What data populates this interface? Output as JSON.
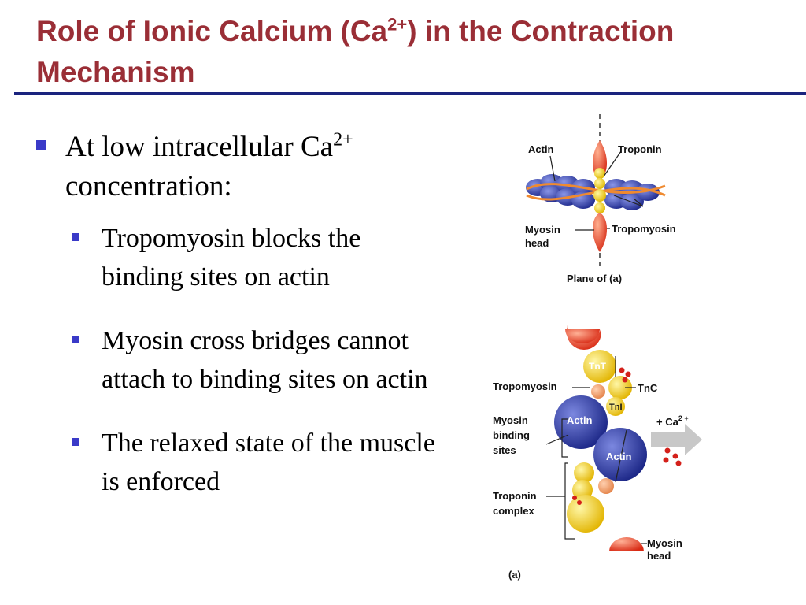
{
  "slide": {
    "title_pre": "Role of Ionic Calcium (Ca",
    "title_sup": "2+",
    "title_post": ") in the Contraction Mechanism",
    "bullet_main_pre": "At low intracellular Ca",
    "bullet_main_sup": "2+",
    "bullet_main_post": " concentration:",
    "sub_bullets": [
      "Tropomyosin blocks the binding sites on actin",
      "Myosin cross bridges cannot attach to binding sites on actin",
      "The relaxed state of the muscle is enforced"
    ]
  },
  "figure_top": {
    "actin": "Actin",
    "troponin": "Troponin",
    "myosin_head_1": "Myosin",
    "myosin_head_2": "head",
    "tropomyosin": "Tropomyosin",
    "plane": "Plane of (a)"
  },
  "figure_bottom": {
    "tnt": "TnT",
    "tnc": "TnC",
    "tni": "TnI",
    "tropomyosin": "Tropomyosin",
    "myosin_binding_1": "Myosin",
    "myosin_binding_2": "binding",
    "myosin_binding_3": "sites",
    "actin_1": "Actin",
    "actin_2": "Actin",
    "troponin_complex_1": "Troponin",
    "troponin_complex_2": "complex",
    "ca_label_pre": "+ Ca",
    "ca_label_sup": "2 +",
    "myosin_head_1": "Myosin",
    "myosin_head_2": "head",
    "panel": "(a)"
  },
  "colors": {
    "title": "#9a2e36",
    "rule": "#1a237e",
    "bullet": "#3a3ac8",
    "actin": "#3a4ab8",
    "troponin": "#f2d21c",
    "myosin": "#e2341e",
    "tropomyosin": "#f0a070"
  }
}
